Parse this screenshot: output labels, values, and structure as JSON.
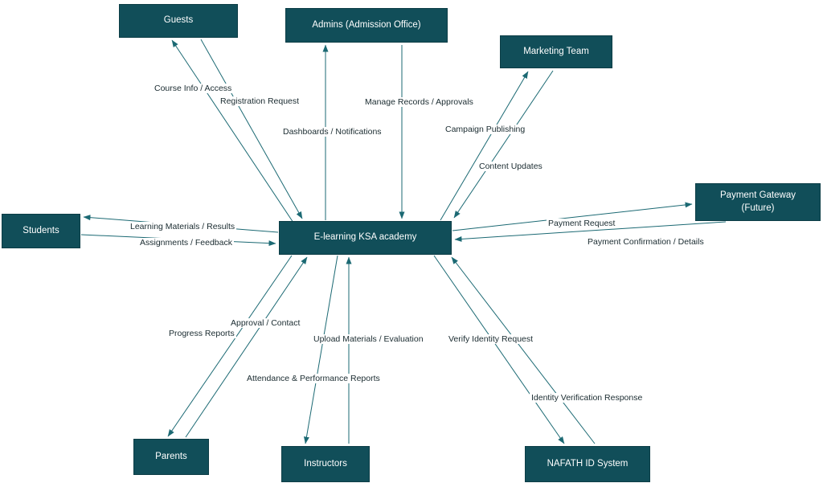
{
  "colors": {
    "node-fill": "#114e59",
    "node-border": "#0c3d46",
    "node-text": "#ffffff",
    "arrow": "#1b6973",
    "label-text": "#1a2b30"
  },
  "diagram": {
    "type": "context-diagram",
    "center": {
      "label": "E-learning KSA academy"
    },
    "nodes": {
      "guests": {
        "label": "Guests"
      },
      "admins": {
        "label": "Admins (Admission Office)"
      },
      "marketing": {
        "label": "Marketing Team"
      },
      "payment_gateway": {
        "label": "Payment Gateway (Future)"
      },
      "students": {
        "label": "Students"
      },
      "parents": {
        "label": "Parents"
      },
      "instructors": {
        "label": "Instructors"
      },
      "nafath": {
        "label": "NAFATH ID System"
      }
    },
    "flows": {
      "course_info": {
        "label": "Course Info / Access",
        "from": "E-learning KSA academy",
        "to": "Guests"
      },
      "registration_request": {
        "label": "Registration Request",
        "from": "Guests",
        "to": "E-learning KSA academy"
      },
      "dashboards_notifications": {
        "label": "Dashboards / Notifications",
        "from": "E-learning KSA academy",
        "to": "Admins (Admission Office)"
      },
      "manage_records": {
        "label": "Manage Records / Approvals",
        "from": "Admins (Admission Office)",
        "to": "E-learning KSA academy"
      },
      "campaign_publishing": {
        "label": "Campaign Publishing",
        "from": "E-learning KSA academy",
        "to": "Marketing Team"
      },
      "content_updates": {
        "label": "Content Updates",
        "from": "Marketing Team",
        "to": "E-learning KSA academy"
      },
      "payment_request": {
        "label": "Payment Request",
        "from": "E-learning KSA academy",
        "to": "Payment Gateway (Future)"
      },
      "payment_confirmation": {
        "label": "Payment Confirmation / Details",
        "from": "Payment Gateway (Future)",
        "to": "E-learning KSA academy"
      },
      "learning_materials": {
        "label": "Learning Materials / Results",
        "from": "E-learning KSA academy",
        "to": "Students"
      },
      "assignments_feedback": {
        "label": "Assignments / Feedback",
        "from": "Students",
        "to": "E-learning KSA academy"
      },
      "progress_reports": {
        "label": "Progress Reports",
        "from": "E-learning KSA academy",
        "to": "Parents"
      },
      "approval_contact": {
        "label": "Approval / Contact",
        "from": "Parents",
        "to": "E-learning KSA academy"
      },
      "attendance_reports": {
        "label": "Attendance & Performance Reports",
        "from": "E-learning KSA academy",
        "to": "Instructors"
      },
      "upload_materials": {
        "label": "Upload Materials / Evaluation",
        "from": "Instructors",
        "to": "E-learning KSA academy"
      },
      "verify_identity": {
        "label": "Verify Identity Request",
        "from": "E-learning KSA academy",
        "to": "NAFATH ID System"
      },
      "identity_response": {
        "label": "Identity Verification Response",
        "from": "NAFATH ID System",
        "to": "E-learning KSA academy"
      }
    }
  }
}
